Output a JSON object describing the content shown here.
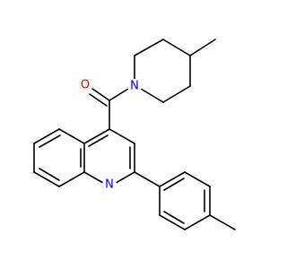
{
  "molecule": {
    "atoms": [
      {
        "id": "O1",
        "label": "O",
        "color": "#ff0000"
      },
      {
        "id": "N1",
        "label": "N",
        "color": "#0000ff"
      },
      {
        "id": "N2",
        "label": "N",
        "color": "#0000ff"
      }
    ],
    "substituents": [
      "4-methylpiperidin-1-yl",
      "carbonyl",
      "quinoline",
      "4-methylphenyl"
    ]
  }
}
